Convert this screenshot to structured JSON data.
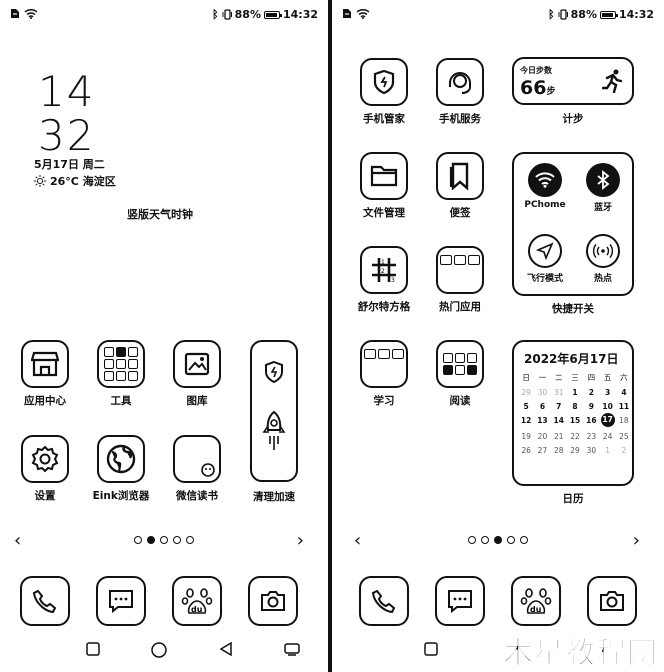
{
  "status": {
    "battery": "88%",
    "time": "14:32"
  },
  "left": {
    "clock": {
      "hour": "14",
      "minute": "32",
      "date": "5月17日  周二",
      "weather": "26°C  海淀区",
      "caption": "竖版天气时钟"
    },
    "apps": [
      "应用中心",
      "工具",
      "图库",
      "设置",
      "Eink浏览器",
      "微信读书",
      "清理加速"
    ]
  },
  "right": {
    "apps": [
      "手机管家",
      "手机服务",
      "文件管理",
      "便签",
      "舒尔特方格",
      "热门应用",
      "学习",
      "阅读"
    ],
    "steps": {
      "label": "今日步数",
      "value": "66",
      "unit": "步",
      "caption": "计步"
    },
    "quick": {
      "wifi": "PChome",
      "bt": "蓝牙",
      "plane": "飞行模式",
      "hotspot": "热点",
      "caption": "快捷开关"
    },
    "calendar": {
      "title": "2022年6月17日",
      "caption": "日历",
      "weekdays": [
        "日",
        "一",
        "二",
        "三",
        "四",
        "五",
        "六"
      ],
      "days": [
        "29",
        "30",
        "31",
        "1",
        "2",
        "3",
        "4",
        "5",
        "6",
        "7",
        "8",
        "9",
        "10",
        "11",
        "12",
        "13",
        "14",
        "15",
        "16",
        "17",
        "18",
        "19",
        "20",
        "21",
        "22",
        "23",
        "24",
        "25",
        "26",
        "27",
        "28",
        "29",
        "30",
        "1",
        "2"
      ]
    }
  },
  "pager": {
    "prev": "‹",
    "next": "›"
  },
  "watermark": "木星教程网"
}
